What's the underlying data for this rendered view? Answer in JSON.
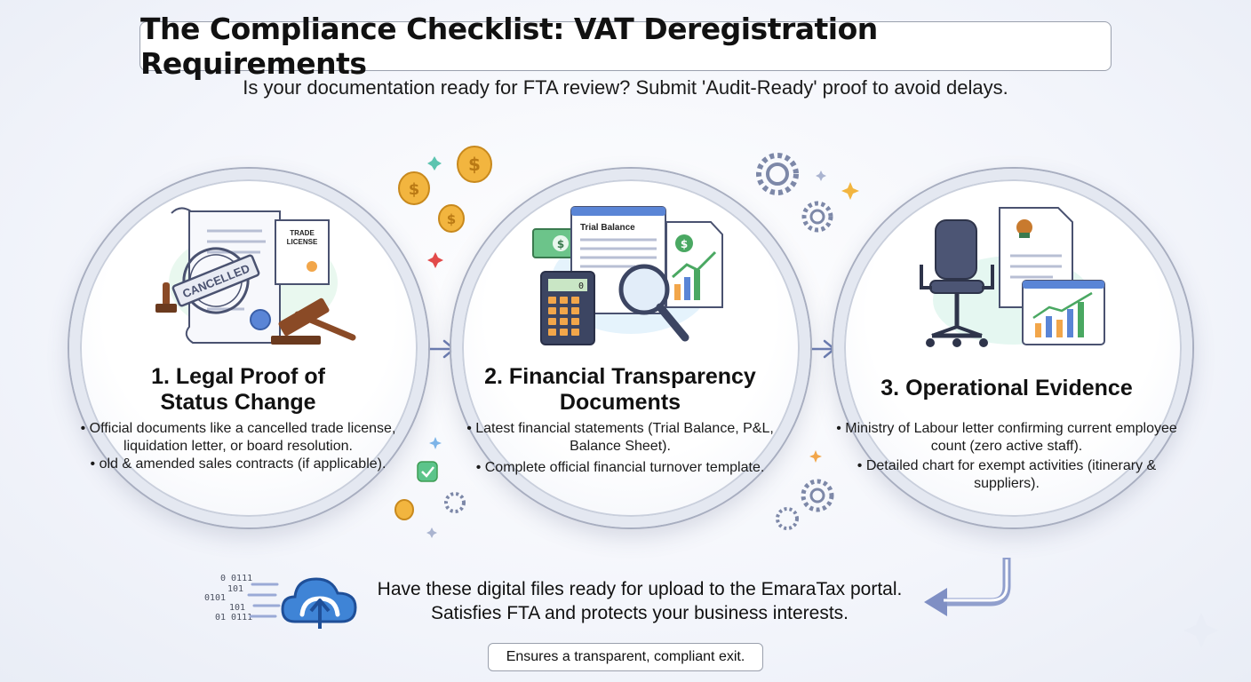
{
  "title": "The Compliance Checklist: VAT Deregistration Requirements",
  "subtitle": "Is your documentation ready for FTA review? Submit 'Audit-Ready' proof to avoid delays.",
  "cards": [
    {
      "title_line1": "1. Legal Proof of",
      "title_line2": "Status Change",
      "bullets": [
        "• Official documents like a cancelled trade license, liquidation letter, or board resolution.",
        "• old & amended sales contracts (if applicable)."
      ],
      "illustration": {
        "stamp_text": "CANCELLED",
        "license_line1": "TRADE",
        "license_line2": "LICENSE",
        "icon": "gavel-icon"
      }
    },
    {
      "title_line1": "2. Financial Transparency",
      "title_line2": "Documents",
      "bullets": [
        "• Latest financial statements (Trial Balance, P&L, Balance Sheet).",
        "• Complete official financial turnover template."
      ],
      "illustration": {
        "sheet_title": "Trial Balance",
        "calc_display": "0",
        "icon": "magnifier-icon"
      }
    },
    {
      "title_line1": "3. Operational Evidence",
      "title_line2": "",
      "bullets": [
        "• Ministry of Labour letter confirming current employee count (zero active staff).",
        "• Detailed chart for exempt activities (itinerary & suppliers)."
      ],
      "illustration": {
        "icon": "office-chair-icon"
      }
    }
  ],
  "bottom": {
    "line1": "Have these digital files ready for upload to the EmaraTax portal.",
    "line2": "Satisfies FTA and protects your business interests.",
    "icon": "cloud-upload-icon",
    "binary": [
      "0   0111",
      "101",
      "0101",
      "101",
      "01   0111"
    ]
  },
  "footer": "Ensures a transparent, compliant exit.",
  "colors": {
    "accent": "#6e7fb3",
    "coin": "#f2b53f",
    "gear": "#8e99b8",
    "cloud": "#2f72c9",
    "green": "#3f9d55"
  }
}
